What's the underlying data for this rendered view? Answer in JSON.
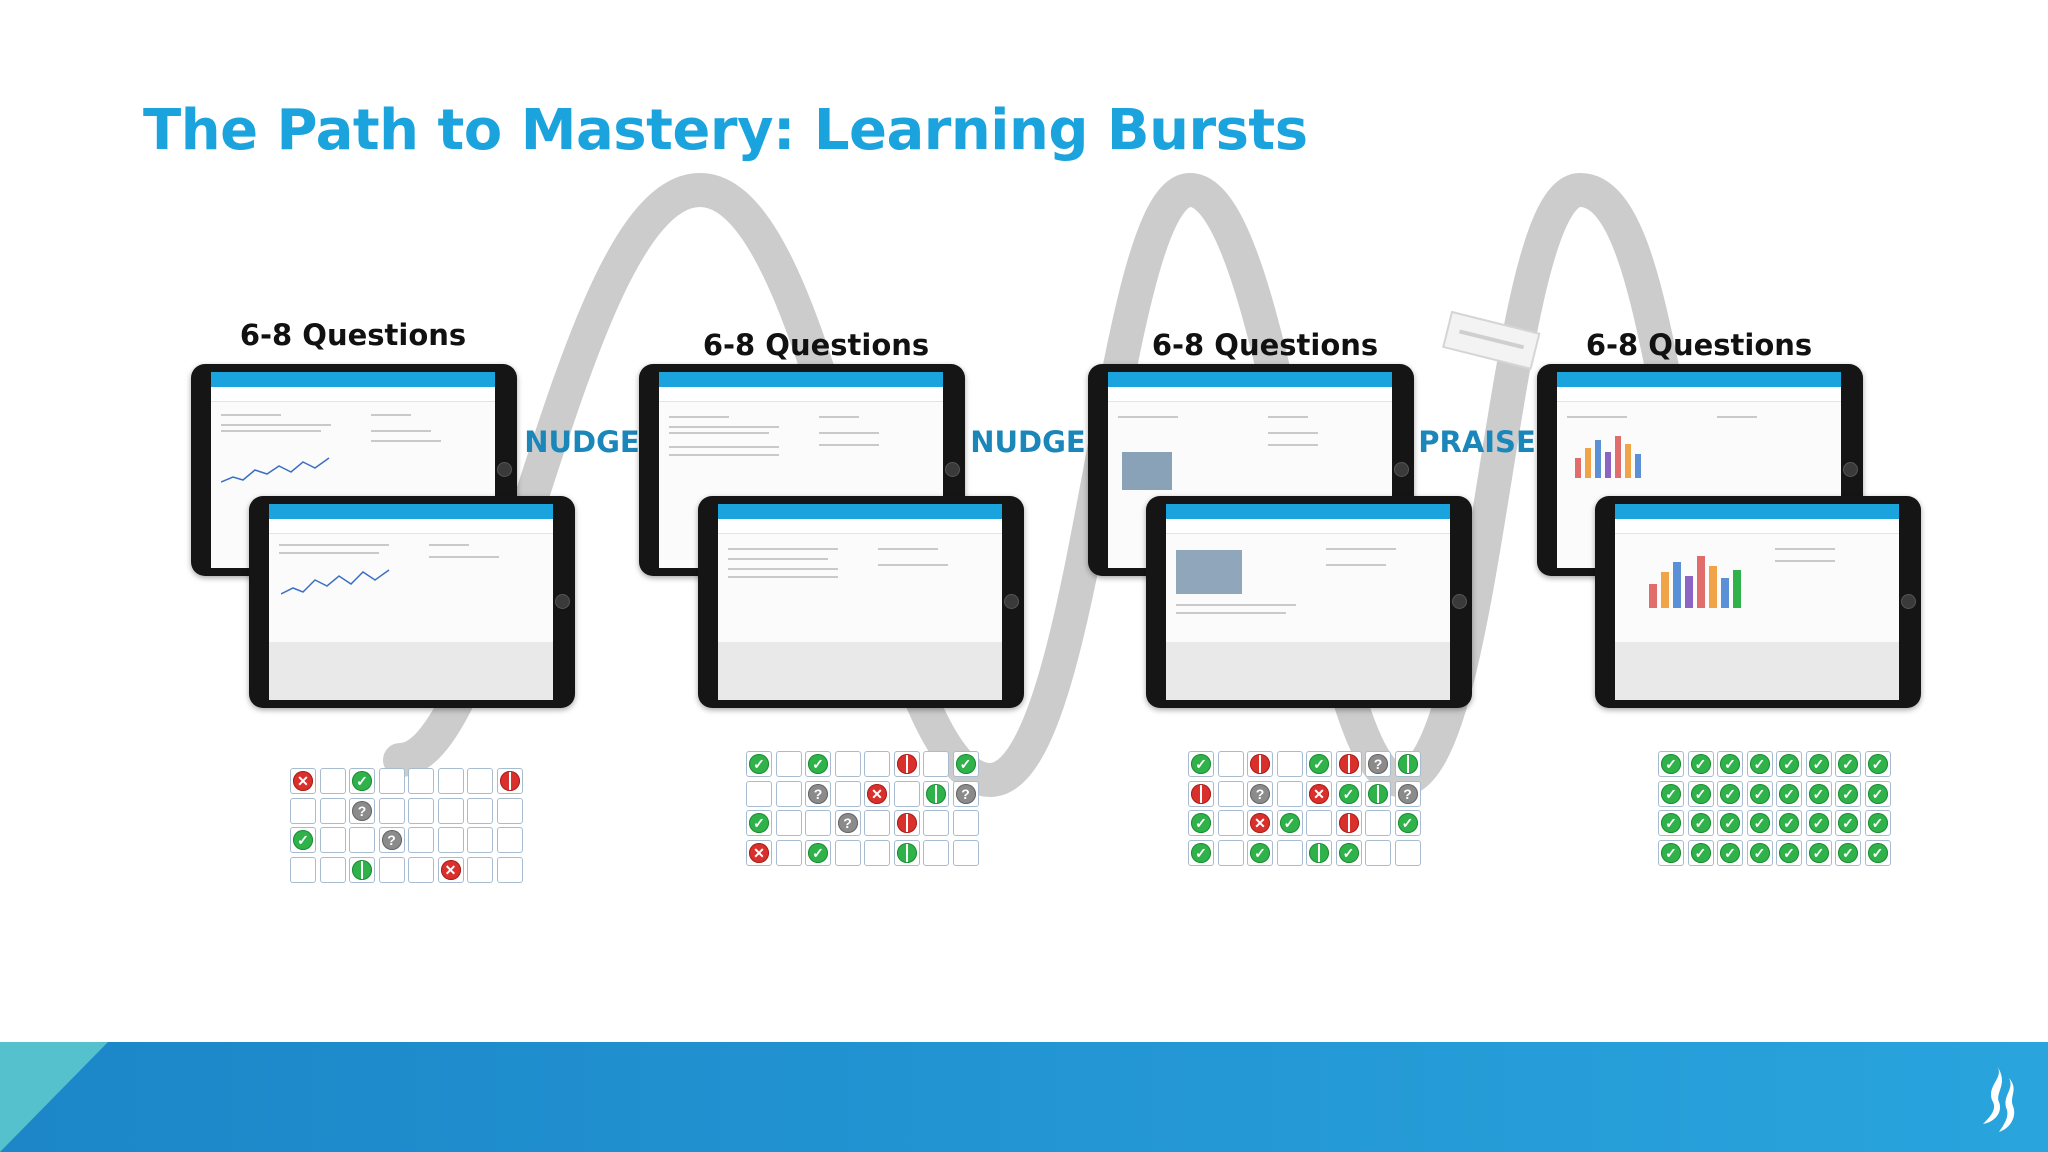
{
  "slide": {
    "title": "The Path to Mastery: Learning Bursts",
    "stages": [
      {
        "label": "6-8 Questions"
      },
      {
        "label": "6-8 Questions"
      },
      {
        "label": "6-8 Questions"
      },
      {
        "label": "6-8 Questions"
      }
    ],
    "connectors": [
      "NUDGE",
      "NUDGE",
      "PRAISE"
    ],
    "colors": {
      "title": "#1aa3dc",
      "connector": "#1a86b9",
      "wave": "#c9c9c9",
      "footer_blue": "#1f95d5",
      "footer_teal": "#55c1cc"
    },
    "icons": {
      "correct": "check-circle-icon",
      "incorrect": "x-circle-icon",
      "unsure": "question-circle-icon",
      "partial_wrong": "half-red-circle-icon",
      "partial_right": "half-green-circle-icon",
      "logo": "flame-logo-icon"
    },
    "grids": [
      {
        "rows": [
          [
            "x",
            "",
            "c",
            "",
            "",
            "",
            "",
            "r"
          ],
          [
            "",
            "",
            "q",
            "",
            "",
            "",
            "",
            ""
          ],
          [
            "c",
            "",
            "",
            "q",
            "",
            "",
            "",
            ""
          ],
          [
            "",
            "",
            "g",
            "",
            "",
            "x",
            "",
            ""
          ]
        ]
      },
      {
        "rows": [
          [
            "c",
            "",
            "c",
            "",
            "",
            "r",
            "",
            "c"
          ],
          [
            "",
            "",
            "q",
            "",
            "x",
            "",
            "g",
            "q"
          ],
          [
            "c",
            "",
            "",
            "q",
            "",
            "r",
            "",
            ""
          ],
          [
            "x",
            "",
            "c",
            "",
            "",
            "g",
            "",
            ""
          ]
        ]
      },
      {
        "rows": [
          [
            "c",
            "",
            "r",
            "",
            "c",
            "r",
            "q",
            "g"
          ],
          [
            "r",
            "",
            "q",
            "",
            "x",
            "c",
            "g",
            "q"
          ],
          [
            "c",
            "",
            "x",
            "c",
            "",
            "r",
            "",
            "c"
          ],
          [
            "c",
            "",
            "c",
            "",
            "g",
            "c",
            "",
            ""
          ]
        ]
      },
      {
        "rows": [
          [
            "c",
            "c",
            "c",
            "c",
            "c",
            "c",
            "c",
            "c"
          ],
          [
            "c",
            "c",
            "c",
            "c",
            "c",
            "c",
            "c",
            "c"
          ],
          [
            "c",
            "c",
            "c",
            "c",
            "c",
            "c",
            "c",
            "c"
          ],
          [
            "c",
            "c",
            "c",
            "c",
            "c",
            "c",
            "c",
            "c"
          ]
        ]
      }
    ]
  }
}
